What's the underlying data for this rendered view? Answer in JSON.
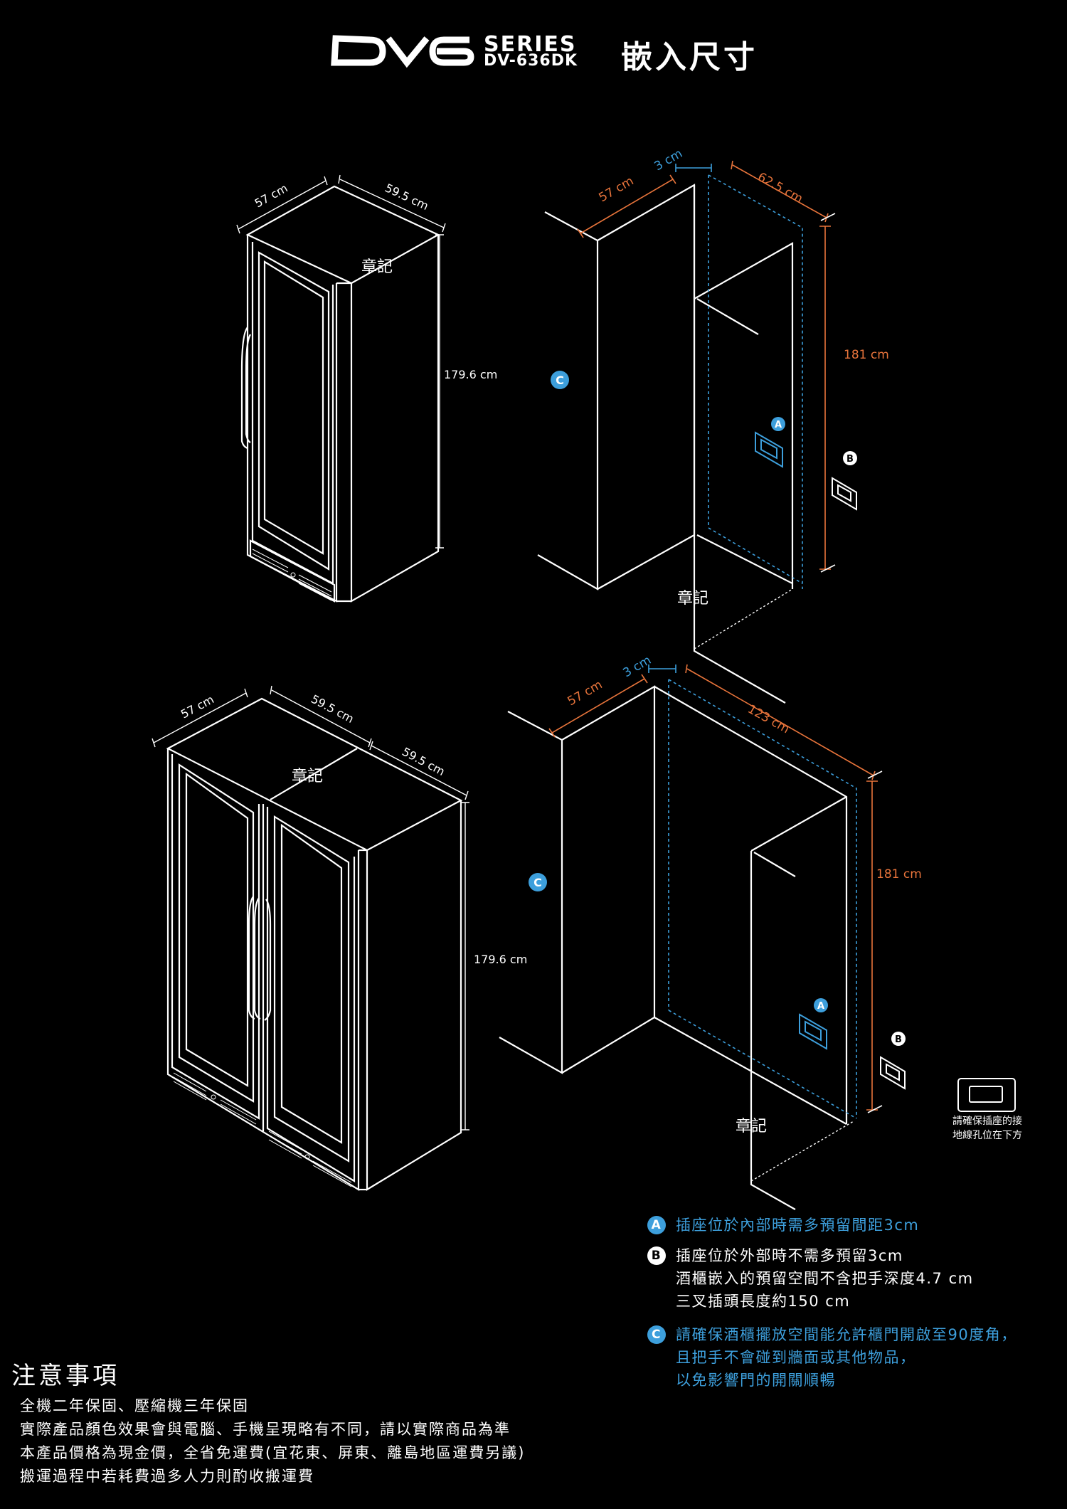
{
  "header": {
    "brand": "DV6",
    "series": "SERIES",
    "model": "DV-636DK",
    "title": "嵌入尺寸"
  },
  "colors": {
    "dimension_orange": "#e8743b",
    "clearance_blue": "#3d9fdc",
    "line_white": "#ffffff"
  },
  "watermark": "章記",
  "single_unit": {
    "width": "57 cm",
    "depth": "59.5 cm",
    "height": "179.6 cm",
    "niche_width": "57 cm",
    "gap": "3 cm",
    "niche_depth": "62.5 cm",
    "niche_height": "181 cm"
  },
  "double_unit": {
    "width": "57 cm",
    "depth_a": "59.5 cm",
    "depth_b": "59.5 cm",
    "height": "179.6 cm",
    "niche_width": "57 cm",
    "gap": "3 cm",
    "niche_depth": "123 cm",
    "niche_height": "181 cm"
  },
  "markers": {
    "a": "A",
    "b": "B",
    "c": "C"
  },
  "outlet_note": [
    "請確保插座的接",
    "地線孔位在下方"
  ],
  "legend": {
    "a": [
      "插座位於內部時需多預留間距3cm"
    ],
    "b": [
      "插座位於外部時不需多預留3cm",
      "酒櫃嵌入的預留空間不含把手深度4.7 cm",
      "三叉插頭長度約150 cm"
    ],
    "c": [
      "請確保酒櫃擺放空間能允許櫃門開啟至90度角，",
      "且把手不會碰到牆面或其他物品，",
      "以免影響門的開關順暢"
    ]
  },
  "notes": {
    "title": "注意事項",
    "lines": [
      "全機二年保固、壓縮機三年保固",
      "實際產品顏色效果會與電腦、手機呈現略有不同，請以實際商品為準",
      "本產品價格為現金價，全省免運費(宜花東、屏東、離島地區運費另議)",
      "搬運過程中若耗費過多人力則酌收搬運費"
    ]
  }
}
